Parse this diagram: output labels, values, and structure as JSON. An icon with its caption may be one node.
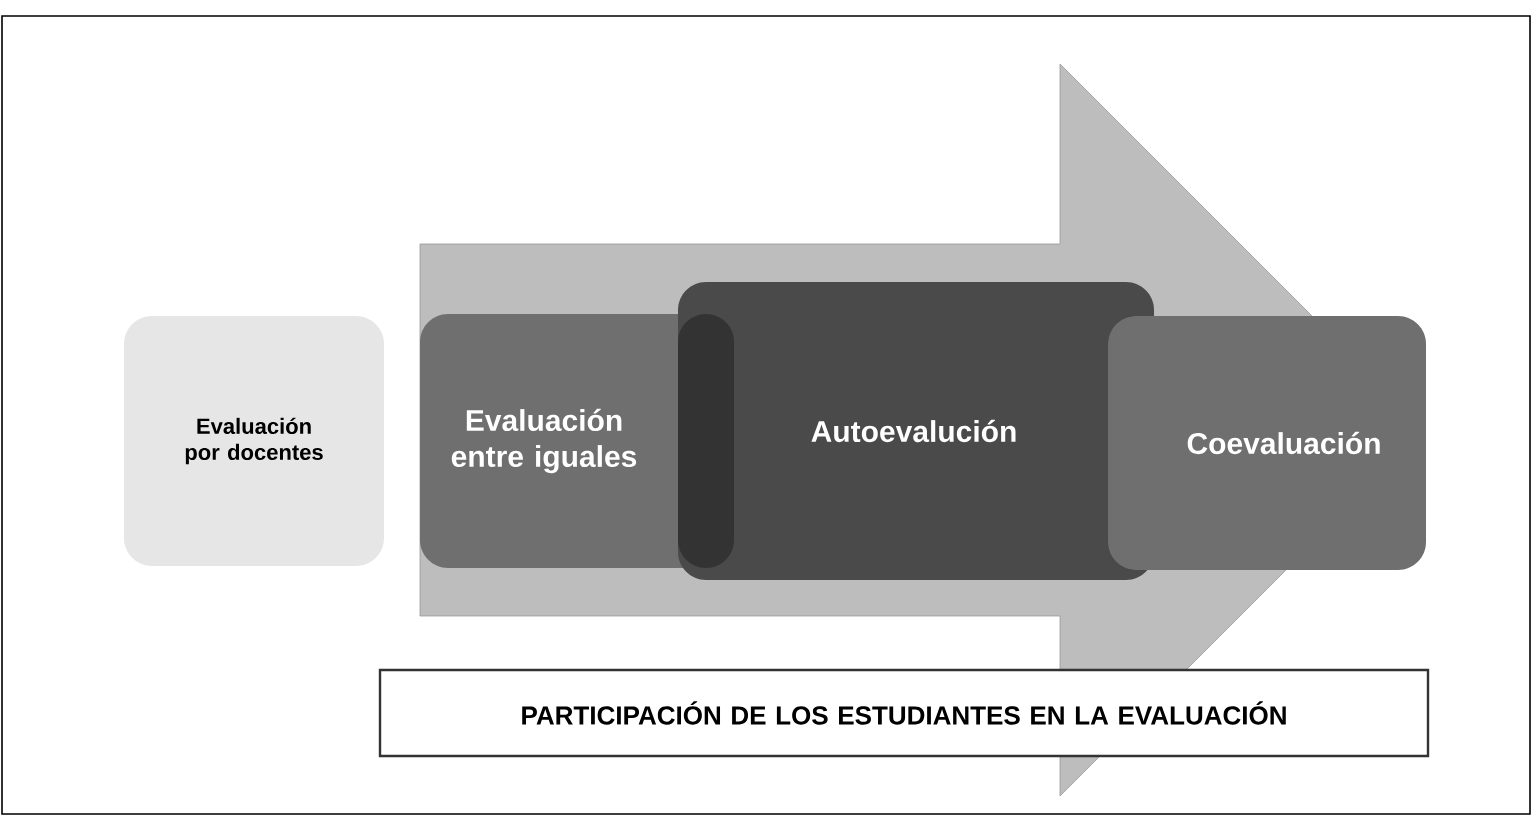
{
  "diagram": {
    "nodes": [
      {
        "text": [
          "Evaluación por docentes"
        ]
      },
      {
        "text": [
          "Evaluación entre iguales"
        ]
      },
      {
        "text": [
          "Autoevalución"
        ]
      },
      {
        "text": [
          "Coevaluación"
        ]
      },
      {
        "text": [
          "PARTICIPACIÓN DE LOS ESTUDIANTES EN LA EVALUACIÓN"
        ]
      }
    ],
    "edges": [
      {
        "from": 1,
        "to": 3,
        "arrow": "to"
      }
    ]
  }
}
